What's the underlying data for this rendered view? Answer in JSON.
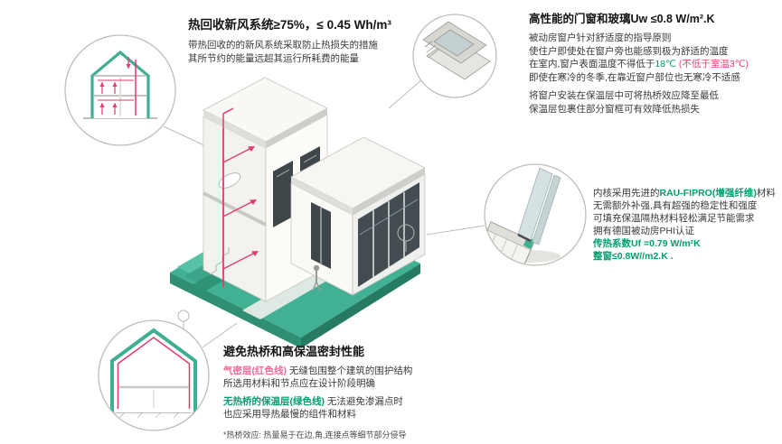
{
  "colors": {
    "teal": "#3fae92",
    "teal_dark": "#2f8f74",
    "duct_pink": "#e23a6d",
    "green_text": "#009e6e",
    "red_text": "#e8436f",
    "pink_text": "#ef6a9a",
    "outline_gray": "#bdbdb8"
  },
  "hrv": {
    "title": "热回收新风系统≥75%，≤ 0.45 Wh/m³",
    "line1": "带热回收的的新风系统采取防止热损失的措施",
    "line2": "其所节约的能量远超其运行所耗费的能量"
  },
  "windows": {
    "title": "高性能的门窗和玻璃Uw ≤0.8 W/m².K",
    "line1": "被动房窗户针对舒适度的指导原则",
    "line2": "使住户即使处在窗户旁也能感到极为舒适的温度",
    "line3_a": "在室内,窗户表面温度不得低于",
    "line3_b": "18℃",
    "line3_c": " (不低于室温3℃)",
    "line4": "即使在寒冷的冬季,在靠近窗户部位也无寒冷不适感",
    "line5": "将窗户安装在保温层中可将热桥效应降至最低",
    "line6": "保温层包裹住部分窗框可有效降低热损失"
  },
  "profile": {
    "line1_a": "内核采用先进的",
    "line1_b": "RAU-FIPRO(增强纤维)",
    "line1_c": "材料",
    "line2": "无需额外补强,具有超强的稳定性和强度",
    "line3": "可填充保温隔热材料轻松满足节能需求",
    "line4": "拥有德国被动房PHI认证",
    "line5": "传热系数Uf =0.79 W/m²K",
    "line6": "整窗≤0.8W//m2.K ."
  },
  "thermal": {
    "title": "避免热桥和高保温密封性能",
    "line1_a": "气密层(红色线)",
    "line1_b": " 无缝包围整个建筑的围护结构",
    "line2": "所选用材料和节点应在设计阶段明确",
    "line3_a": "无热桥的保温层(绿色线)",
    "line3_b": " 无法避免渗漏点时",
    "line4": "也应采用导热最慢的组件和材料",
    "footnote": "*热桥效应: 热量易于在边,角,连接点等细节部分侵导"
  }
}
